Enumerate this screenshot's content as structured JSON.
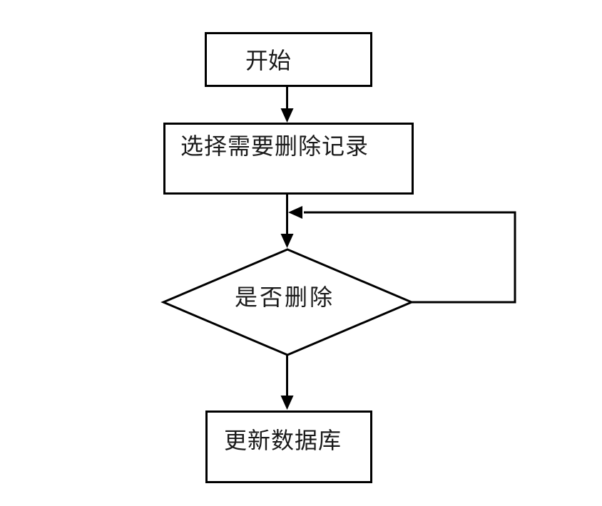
{
  "flowchart": {
    "colors": {
      "background": "#ffffff",
      "stroke": "#000000",
      "text": "#1a1a1a"
    },
    "nodes": {
      "start": {
        "label": "开始",
        "shape": "rectangle"
      },
      "select_records": {
        "label": "选择需要删除记录",
        "shape": "rectangle"
      },
      "decision": {
        "label": "是否删除",
        "shape": "diamond"
      },
      "update_database": {
        "label": "更新数据库",
        "shape": "rectangle"
      }
    },
    "edges": [
      {
        "from": "start",
        "to": "select_records"
      },
      {
        "from": "select_records",
        "to": "decision"
      },
      {
        "from": "decision",
        "to": "decision",
        "note": "loop from right vertex back into incoming arrow"
      },
      {
        "from": "decision",
        "to": "update_database"
      }
    ]
  }
}
